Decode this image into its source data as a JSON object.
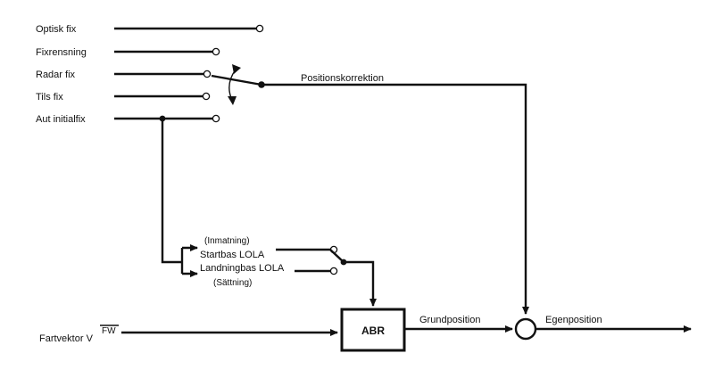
{
  "inputs": {
    "optisk_fix": "Optisk fix",
    "fixrensning": "Fixrensning",
    "radar_fix": "Radar fix",
    "tils_fix": "Tils fix",
    "aut_initialfix": "Aut initialfix"
  },
  "labels": {
    "positionskorrektion": "Positionskorrektion",
    "inmatning": "(Inmatning)",
    "startbas": "Startbas LOLA",
    "landningbas": "Landningbas LOLA",
    "sattning": "(Sättning)",
    "fartvektor": "Fartvektor V",
    "fw_superscript": "FW",
    "abr": "ABR",
    "grundposition": "Grundposition",
    "egenposition": "Egenposition"
  },
  "colors": {
    "ink": "#111111",
    "background": "#ffffff"
  }
}
